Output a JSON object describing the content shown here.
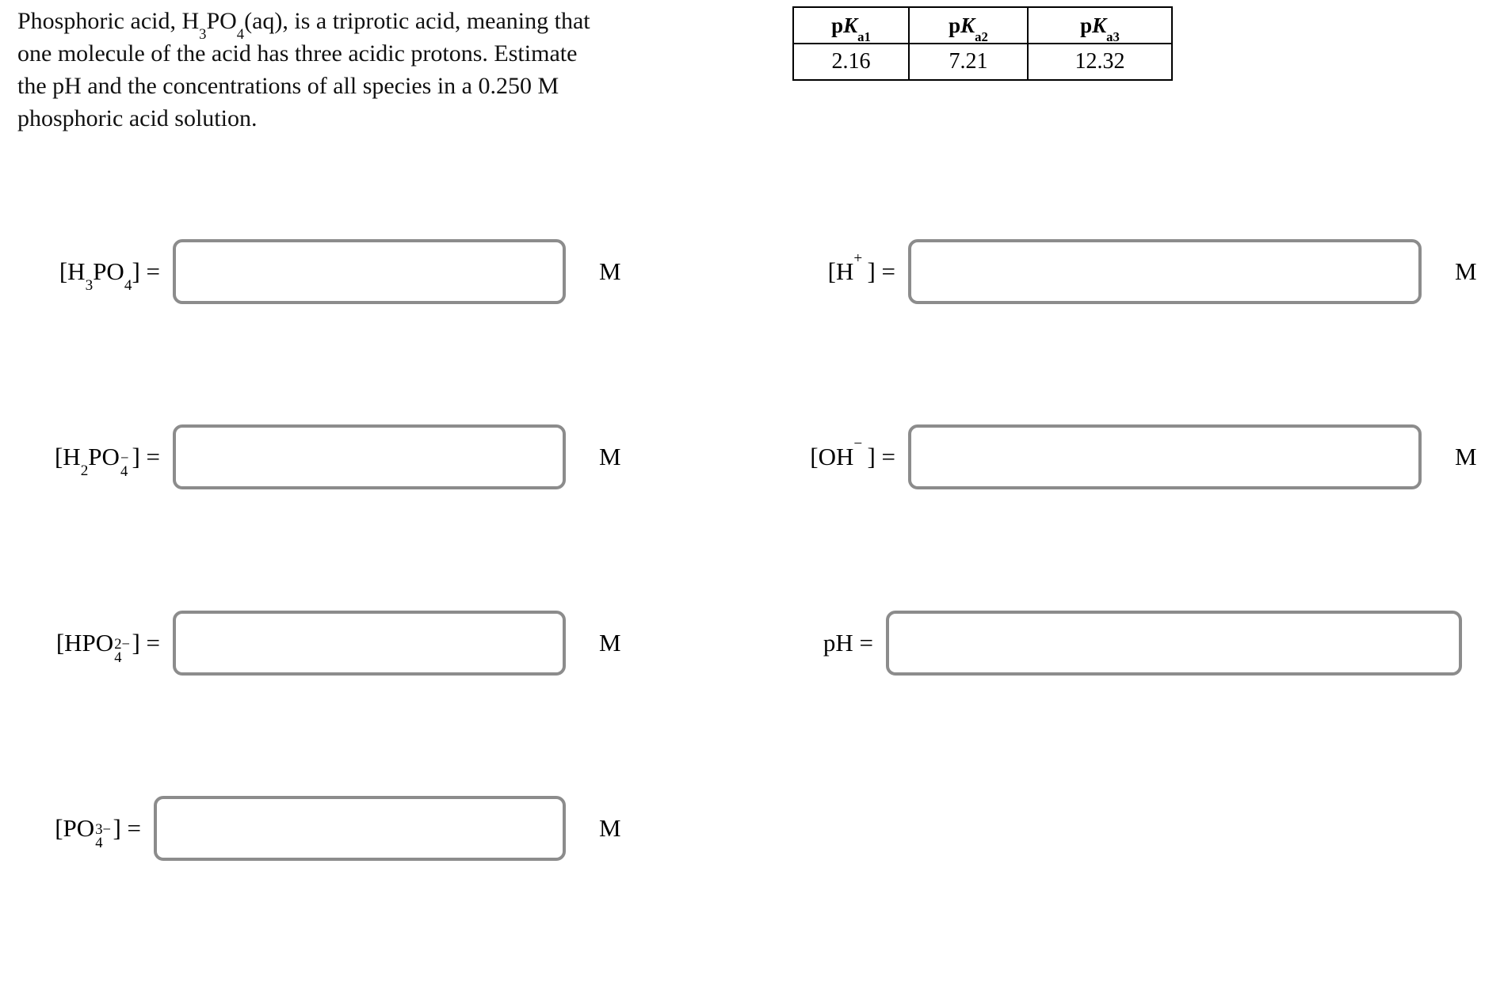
{
  "problem": {
    "lines": [
      "Phosphoric acid, H₃PO₄(aq), is a triprotic acid, meaning that",
      "one molecule of the acid has three acidic protons. Estimate",
      "the pH and the concentrations of all species in a 0.250 M",
      "phosphoric acid solution."
    ],
    "line1_pre": "Phosphoric acid, H",
    "line1_sub1": "3",
    "line1_mid": "PO",
    "line1_sub2": "4",
    "line1_post": "(aq), is a triprotic acid, meaning that",
    "line2": "one molecule of the acid has three acidic protons. Estimate",
    "line3": "the pH and the concentrations of all species in a 0.250 M",
    "line4": "phosphoric acid solution.",
    "concentration": "0.250 M"
  },
  "pka_table": {
    "headers": [
      {
        "prefix": "p",
        "variable": "K",
        "subscript": "a1",
        "full": "pKa1"
      },
      {
        "prefix": "p",
        "variable": "K",
        "subscript": "a2",
        "full": "pKa2"
      },
      {
        "prefix": "p",
        "variable": "K",
        "subscript": "a3",
        "full": "pKa3"
      }
    ],
    "values": [
      "2.16",
      "7.21",
      "12.32"
    ]
  },
  "answers": {
    "unit": "M",
    "equals": "=",
    "left_column": [
      {
        "id": "h3po4",
        "species": "[H3PO4]",
        "label_plain": "[H₃PO₄] =",
        "value": "",
        "placeholder": "",
        "unit": "M"
      },
      {
        "id": "h2po4",
        "species": "[H2PO4-]",
        "label_plain": "[H₂PO₄⁻] =",
        "value": "",
        "placeholder": "",
        "unit": "M"
      },
      {
        "id": "hpo4",
        "species": "[HPO4 2-]",
        "label_plain": "[HPO₄²⁻] =",
        "value": "",
        "placeholder": "",
        "unit": "M"
      },
      {
        "id": "po4",
        "species": "[PO4 3-]",
        "label_plain": "[PO₄³⁻] =",
        "value": "",
        "placeholder": "",
        "unit": "M"
      }
    ],
    "right_column": [
      {
        "id": "hplus",
        "species": "[H+]",
        "label_plain": "[H⁺] =",
        "value": "",
        "placeholder": "",
        "unit": "M"
      },
      {
        "id": "ohminus",
        "species": "[OH-]",
        "label_plain": "[OH⁻] =",
        "value": "",
        "placeholder": "",
        "unit": "M"
      },
      {
        "id": "ph",
        "species": "pH",
        "label_plain": "pH =",
        "value": "",
        "placeholder": "",
        "unit": ""
      }
    ]
  },
  "colors": {
    "text": "#111111",
    "input_border": "#8c8c8c",
    "table_border": "#000000",
    "background": "#ffffff"
  }
}
